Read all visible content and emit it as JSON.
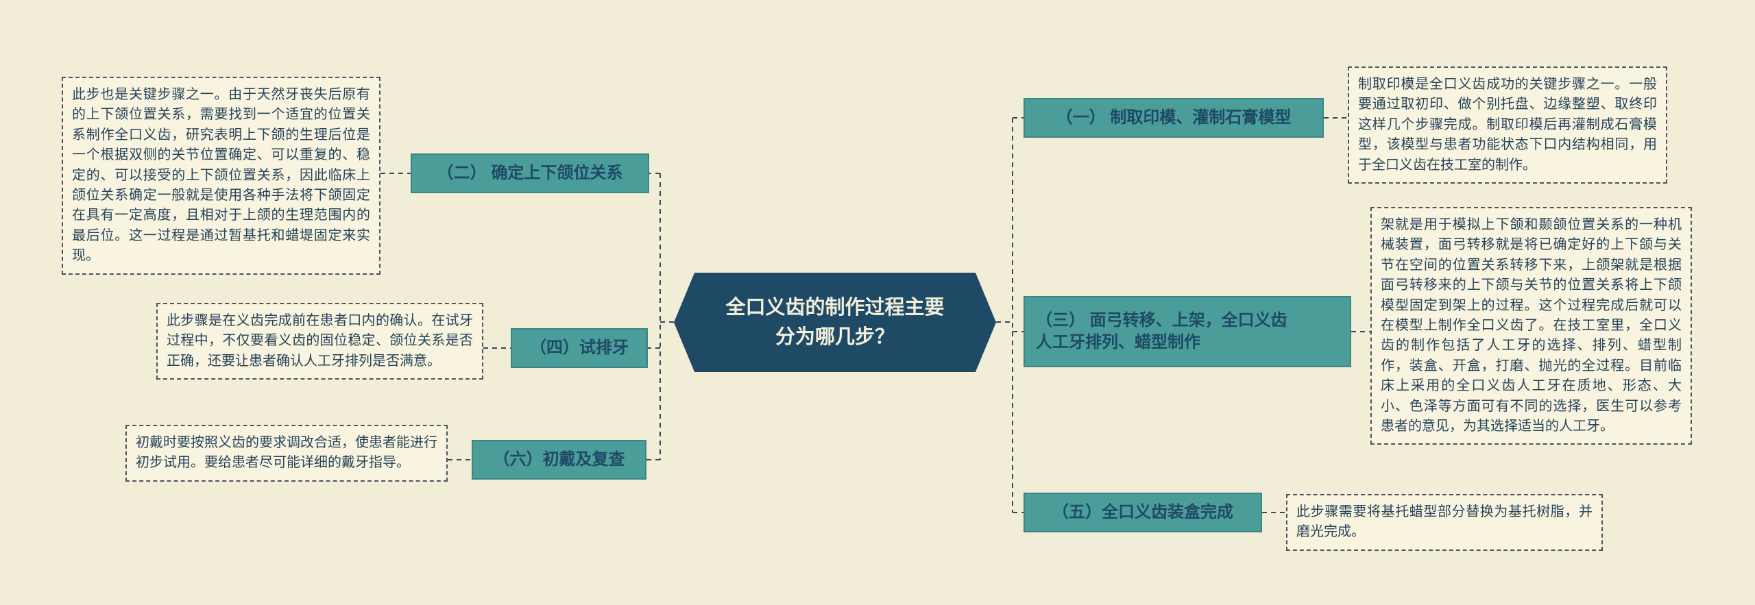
{
  "center": {
    "title": "全口义齿的制作过程主要\n分为哪几步？"
  },
  "branches": {
    "left": [
      {
        "label": "（二） 确定上下颌位关系",
        "note": "此步也是关键步骤之一。由于天然牙丧失后原有的上下颌位置关系，需要找到一个适宜的位置关系制作全口义齿，研究表明上下颌的生理后位是一个根据双侧的关节位置确定、可以重复的、稳定的、可以接受的上下颌位置关系，因此临床上颌位关系确定一般就是使用各种手法将下颌固定在具有一定高度，且相对于上颌的生理范围内的最后位。这一过程是通过暂基托和蜡堤固定来实现。"
      },
      {
        "label": "（四）试排牙",
        "note": "此步骤是在义齿完成前在患者口内的确认。在试牙过程中，不仅要看义齿的固位稳定、颌位关系是否正确，还要让患者确认人工牙排列是否满意。"
      },
      {
        "label": "（六）初戴及复查",
        "note": "初戴时要按照义齿的要求调改合适，使患者能进行初步试用。要给患者尽可能详细的戴牙指导。"
      }
    ],
    "right": [
      {
        "label": "（一） 制取印模、灌制石膏模型",
        "note": "制取印模是全口义齿成功的关键步骤之一。一般要通过取初印、做个别托盘、边缘整塑、取终印这样几个步骤完成。制取印模后再灌制成石膏模型，该模型与患者功能状态下口内结构相同，用于全口义齿在技工室的制作。"
      },
      {
        "label": "（三） 面弓转移、上架，全口义齿\n人工牙排列、蜡型制作",
        "note": "架就是用于模拟上下颌和颞颌位置关系的一种机械装置，面弓转移就是将已确定好的上下颌与关节在空间的位置关系转移下来，上颌架就是根据面弓转移来的上下颌与关节的位置关系将上下颌模型固定到架上的过程。这个过程完成后就可以在模型上制作全口义齿了。在技工室里，全口义齿的制作包括了人工牙的选择、排列、蜡型制作，装盒、开盒，打磨、抛光的全过程。目前临床上采用的全口义齿人工牙在质地、形态、大小、色泽等方面可有不同的选择，医生可以参考患者的意见，为其选择适当的人工牙。"
      },
      {
        "label": "（五）全口义齿装盒完成",
        "note": "此步骤需要将基托蜡型部分替换为基托树脂，并磨光完成。"
      }
    ]
  },
  "colors": {
    "background": "#f1edd7",
    "node_fill": "#4b9d9a",
    "node_text": "#1e4a66",
    "center_fill": "#1e4a66",
    "center_text": "#f3efda",
    "note_background": "#f8f4df",
    "note_border": "#4a5560",
    "connector": "#33495d"
  }
}
